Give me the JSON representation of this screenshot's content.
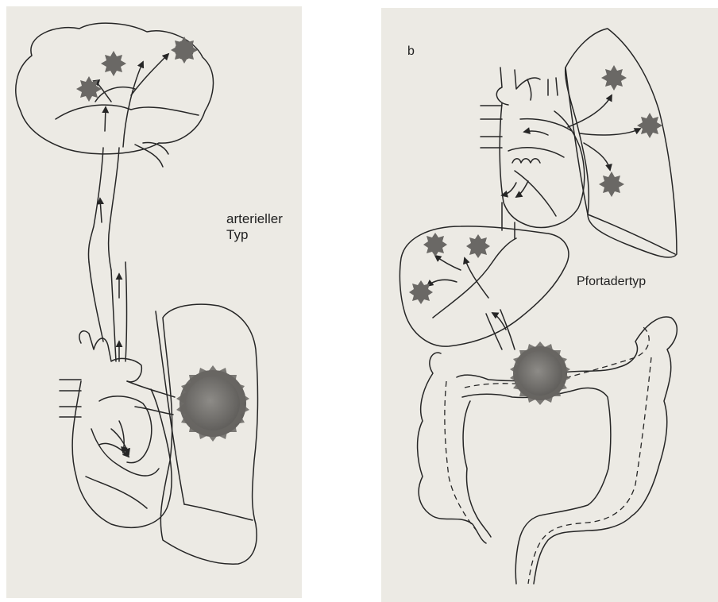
{
  "figure": {
    "panel_a": {
      "label_line1": "arterieller",
      "label_line2": "Typ"
    },
    "panel_b": {
      "letter": "b",
      "label": "Pfortadertyp"
    }
  },
  "colors": {
    "background": "#eceae4",
    "ink": "#262626",
    "tumor": "#6e6c69"
  },
  "icons": [
    "metastasis-icon",
    "primary-tumor-icon",
    "arrow-icon"
  ]
}
